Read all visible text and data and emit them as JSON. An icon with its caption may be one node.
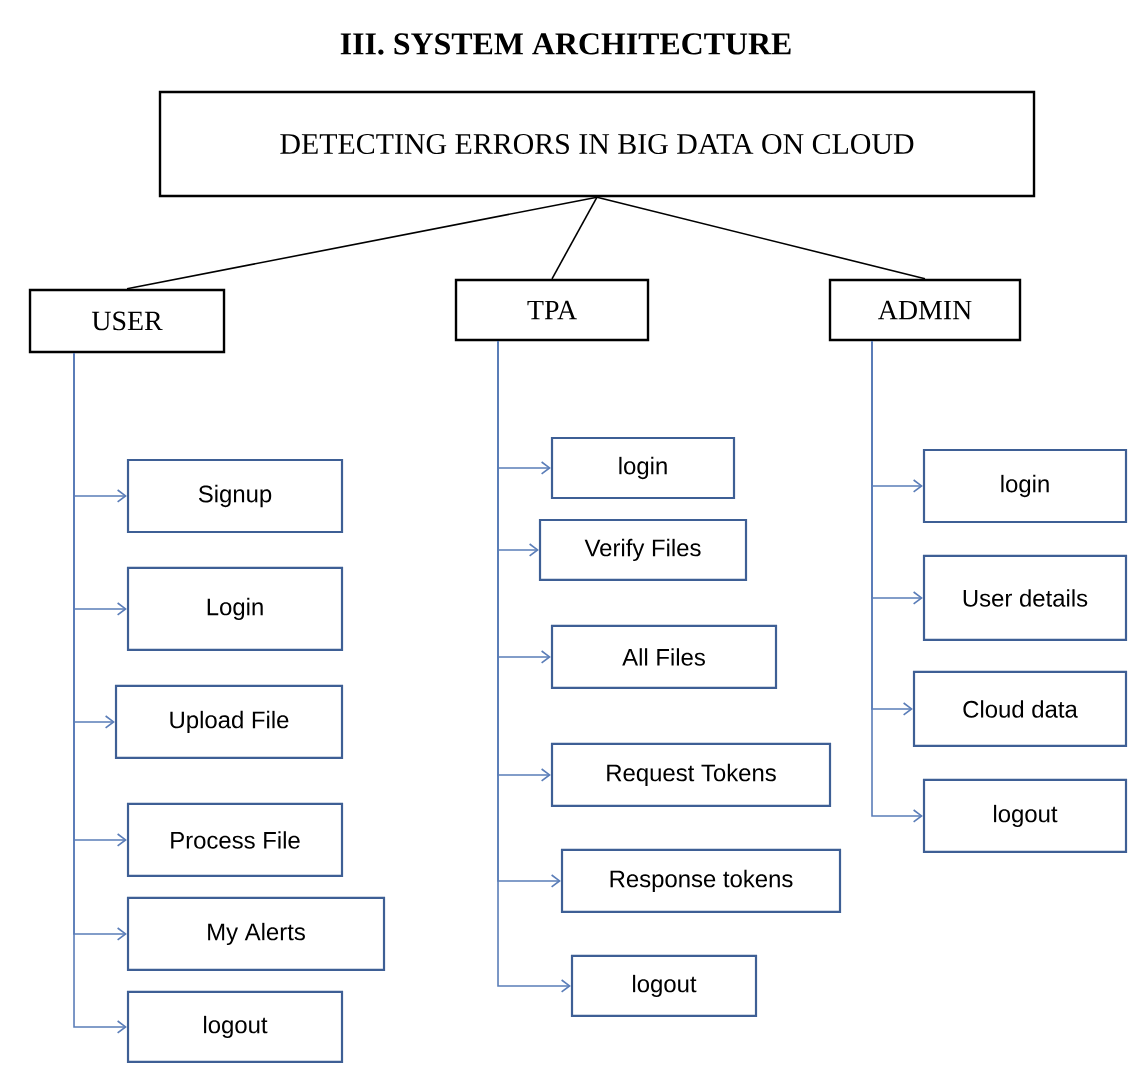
{
  "diagram": {
    "title": "III.  SYSTEM ARCHITECTURE",
    "nodes": [
      {
        "text": [
          "DETECTING ERRORS IN BIG DATA ON CLOUD"
        ]
      },
      {
        "text": [
          "USER"
        ]
      },
      {
        "text": [
          "TPA"
        ]
      },
      {
        "text": [
          "ADMIN"
        ]
      },
      {
        "text": [
          "Signup"
        ]
      },
      {
        "text": [
          "Login"
        ]
      },
      {
        "text": [
          "Upload File"
        ]
      },
      {
        "text": [
          "Process File"
        ]
      },
      {
        "text": [
          "My Alerts"
        ]
      },
      {
        "text": [
          "logout"
        ]
      },
      {
        "text": [
          "login"
        ]
      },
      {
        "text": [
          "Verify Files"
        ]
      },
      {
        "text": [
          "All Files"
        ]
      },
      {
        "text": [
          "Request Tokens"
        ]
      },
      {
        "text": [
          "Response tokens"
        ]
      },
      {
        "text": [
          "logout"
        ]
      },
      {
        "text": [
          "login"
        ]
      },
      {
        "text": [
          "User details"
        ]
      },
      {
        "text": [
          "Cloud data"
        ]
      },
      {
        "text": [
          "logout"
        ]
      }
    ],
    "edges": [
      {
        "from": 0,
        "to": 1,
        "arrow": "none",
        "color": "#000000"
      },
      {
        "from": 0,
        "to": 2,
        "arrow": "none",
        "color": "#000000"
      },
      {
        "from": 0,
        "to": 3,
        "arrow": "none",
        "color": "#000000"
      },
      {
        "from": 1,
        "to": 4,
        "arrow": "to"
      },
      {
        "from": 1,
        "to": 5,
        "arrow": "to"
      },
      {
        "from": 1,
        "to": 6,
        "arrow": "to"
      },
      {
        "from": 1,
        "to": 7,
        "arrow": "to"
      },
      {
        "from": 1,
        "to": 8,
        "arrow": "to"
      },
      {
        "from": 1,
        "to": 9,
        "arrow": "to"
      },
      {
        "from": 2,
        "to": 10,
        "arrow": "to"
      },
      {
        "from": 2,
        "to": 11,
        "arrow": "to"
      },
      {
        "from": 2,
        "to": 12,
        "arrow": "to"
      },
      {
        "from": 2,
        "to": 13,
        "arrow": "to"
      },
      {
        "from": 2,
        "to": 14,
        "arrow": "to"
      },
      {
        "from": 2,
        "to": 15,
        "arrow": "to"
      },
      {
        "from": 3,
        "to": 16,
        "arrow": "to"
      },
      {
        "from": 3,
        "to": 17,
        "arrow": "to"
      },
      {
        "from": 3,
        "to": 18,
        "arrow": "to"
      },
      {
        "from": 3,
        "to": 19,
        "arrow": "to"
      }
    ]
  }
}
